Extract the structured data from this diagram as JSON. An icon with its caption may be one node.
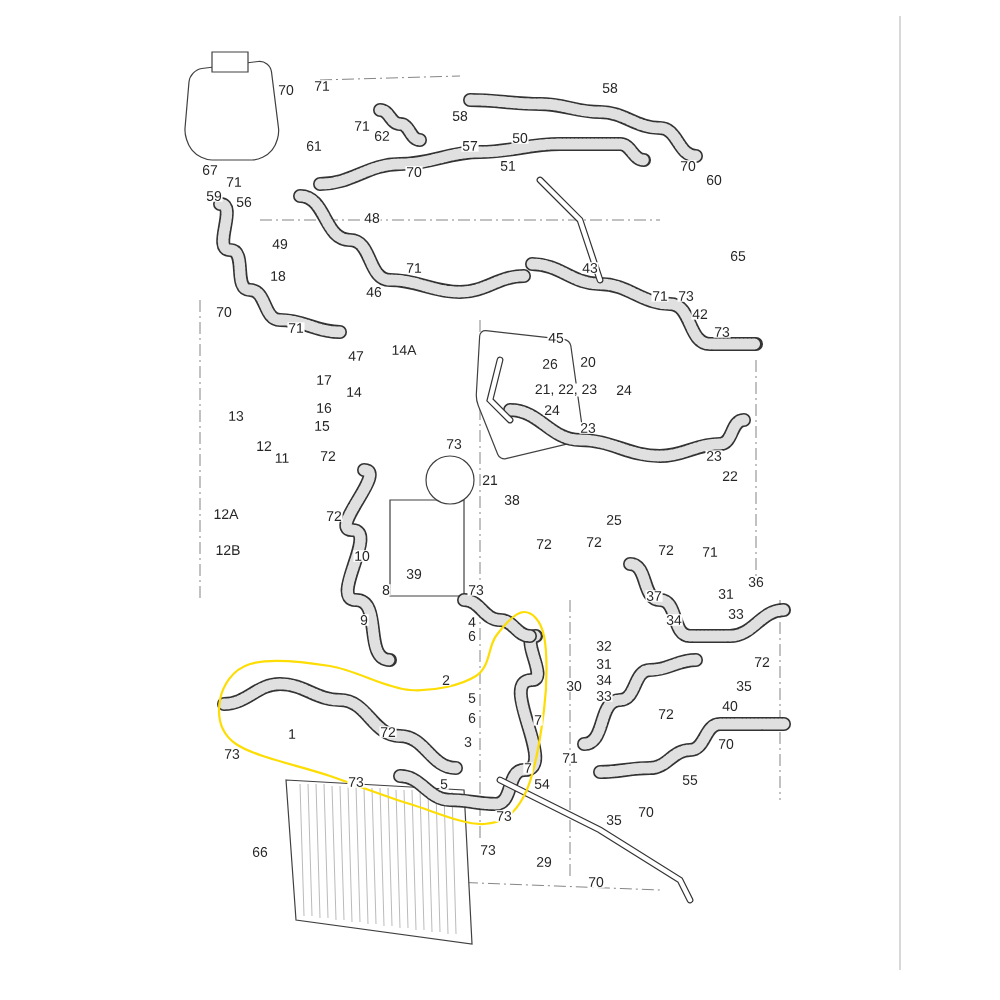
{
  "diagram": {
    "labels": [
      "58",
      "70",
      "71",
      "58",
      "71",
      "62",
      "50",
      "61",
      "57",
      "51",
      "70",
      "67",
      "70",
      "60",
      "71",
      "59",
      "56",
      "48",
      "49",
      "65",
      "43",
      "71",
      "18",
      "46",
      "71",
      "73",
      "70",
      "42",
      "71",
      "73",
      "45",
      "14A",
      "47",
      "20",
      "26",
      "17",
      "21, 22, 23",
      "24",
      "14",
      "16",
      "24",
      "13",
      "15",
      "23",
      "73",
      "12",
      "72",
      "23",
      "11",
      "22",
      "21",
      "38",
      "12A",
      "72",
      "25",
      "72",
      "72",
      "12B",
      "72",
      "71",
      "10",
      "39",
      "36",
      "8",
      "73",
      "31",
      "37",
      "33",
      "9",
      "34",
      "4",
      "6",
      "32",
      "72",
      "31",
      "2",
      "34",
      "30",
      "35",
      "33",
      "5",
      "40",
      "72",
      "6",
      "7",
      "1",
      "72",
      "3",
      "70",
      "73",
      "71",
      "7",
      "55",
      "73",
      "5",
      "54",
      "70",
      "73",
      "35",
      "73",
      "66",
      "29",
      "70"
    ]
  }
}
